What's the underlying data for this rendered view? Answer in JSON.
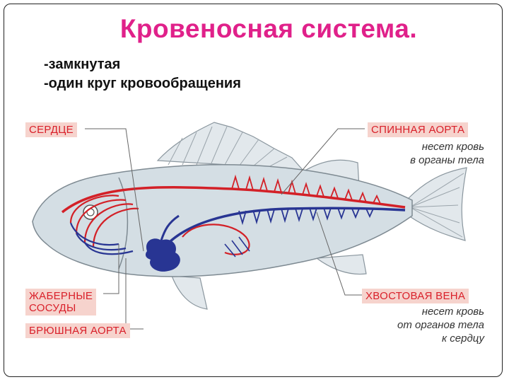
{
  "title": "Кровеносная система.",
  "features": [
    "-замкнутая",
    "-один круг кровообращения"
  ],
  "labels": {
    "heart": "СЕРДЦЕ",
    "gill_vessels_line1": "ЖАБЕРНЫЕ",
    "gill_vessels_line2": "СОСУДЫ",
    "ventral_aorta": "БРЮШНАЯ АОРТА",
    "dorsal_aorta": "СПИННАЯ АОРТА",
    "dorsal_aorta_note_line1": "несет кровь",
    "dorsal_aorta_note_line2": "в органы тела",
    "caudal_vein": "ХВОСТОВАЯ ВЕНА",
    "caudal_vein_note_line1": "несет кровь",
    "caudal_vein_note_line2": "от органов тела",
    "caudal_vein_note_line3": "к сердцу"
  },
  "colors": {
    "title": "#e0218a",
    "arterial": "#d32027",
    "venous": "#283593",
    "fish_body": "#d4dee4",
    "label_bg": "#f6d3cd"
  }
}
